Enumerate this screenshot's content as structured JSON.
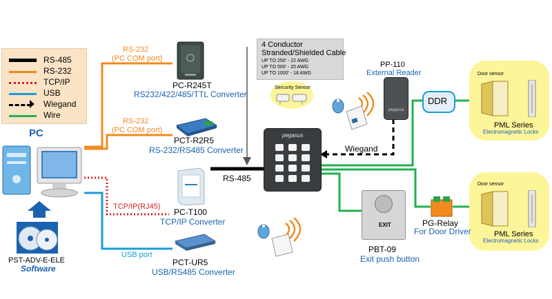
{
  "legend": {
    "items": [
      {
        "label": "RS-485",
        "color": "#000000",
        "style": "solid"
      },
      {
        "label": "RS-232",
        "color": "#f08a1f",
        "style": "solid"
      },
      {
        "label": "TCP/IP",
        "color": "#d52020",
        "style": "dotted"
      },
      {
        "label": "USB",
        "color": "#1a9bd8",
        "style": "solid"
      },
      {
        "label": "Wiegand",
        "color": "#000000",
        "style": "dashed"
      },
      {
        "label": "Wire",
        "color": "#22b14c",
        "style": "solid"
      }
    ]
  },
  "pc": {
    "label": "PC"
  },
  "software": {
    "line1": "PST-ADV-E-ELE",
    "line2": "Software"
  },
  "converters": {
    "r245t": {
      "port": "RS-232",
      "port_sub": "(PC COM port)",
      "name": "PC-R245T",
      "desc": "RS232/422/485/TTL  Converter"
    },
    "r2r5": {
      "port": "RS-232",
      "port_sub": "(PC COM port)",
      "name": "PCT-R2R5",
      "desc": "RS-232/RS485 Converter"
    },
    "t100": {
      "port": "TCP/IP(RJ45)",
      "name": "PC-T100",
      "desc": "TCP/IP  Converter"
    },
    "ur5": {
      "port": "USB port",
      "name": "PCT-UR5",
      "desc": "USB/RS485  Converter"
    }
  },
  "bus": {
    "label": "RS-485"
  },
  "cable": {
    "title1": "4 Conductor",
    "title2": "Stranded/Shielded Cable",
    "spec1": "UP TO 250' - 22 AWG",
    "spec2": "UP TO 500' - 20 AWG",
    "spec3": "UP TO 1000' - 18 AWG"
  },
  "security_sensor": {
    "label": "Sercurity Sensor"
  },
  "reader": {
    "name": "PP-110",
    "desc": "External Reader",
    "brand": "pegasus"
  },
  "keypad": {
    "brand": "pegasus"
  },
  "wiegand": {
    "label": "Wiegand"
  },
  "ddr": {
    "label": "DDR"
  },
  "locks": [
    {
      "sensor": "Door sensor",
      "name": "PML Series",
      "desc": "Electromagnetic Locks"
    },
    {
      "sensor": "Door sensor",
      "name": "PML Series",
      "desc": "Electromagnetic Locks"
    }
  ],
  "exit_button": {
    "name": "PBT-09",
    "desc": "Exit push button",
    "face": "EXIT"
  },
  "relay": {
    "name": "PG-Relay",
    "desc": "For Door Driver"
  },
  "colors": {
    "rs485": "#000000",
    "rs232": "#f08a1f",
    "tcpip": "#d52020",
    "usb": "#1a9bd8",
    "wire": "#22b14c",
    "highlight": "#fdf59a"
  }
}
